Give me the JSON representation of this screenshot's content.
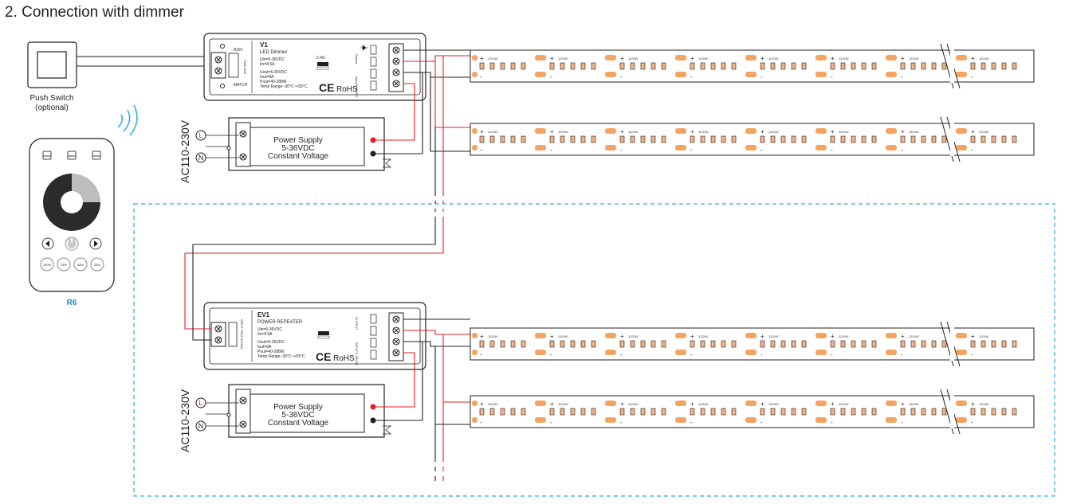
{
  "heading": "2. Connection with dimmer",
  "switch": {
    "label_line1": "Push Switch",
    "label_line2": "(optional)"
  },
  "remote": {
    "name": "R6",
    "scene_buttons": [
      "100%",
      "75%",
      "50%",
      "25%"
    ]
  },
  "dimmer": {
    "model": "V1",
    "name": "LED Dimmer",
    "run_label": "RUN",
    "match_label": "MATCH",
    "push_dim_label": "Push DIM",
    "rf_label": "2.4G",
    "specs": [
      "Uin=5-36VDC",
      "Iin=8.5A",
      "Uout=5-36VDC",
      "Iout=8A",
      "Pout=40-288W",
      "Temp Range:-30°C~+55°C"
    ],
    "output_label": "Output",
    "input_label": "Input 5-36VDC",
    "cert": "CE",
    "rohs": "RoHS"
  },
  "repeater": {
    "model": "EV1",
    "name": "POWER REPEATER",
    "input_label": "INPUT PWM SIGNAL",
    "specs": [
      "Uin=5-36VDC",
      "Iin=8.5A",
      "Uout=5-36VDC",
      "Iout=8A",
      "Pout=40-288W",
      "Temp Range:-30°C~+55°C"
    ],
    "output_label": "OUTPUT",
    "power_label": "INPUT 5-36VDC",
    "cert": "CE",
    "rohs": "RoHS"
  },
  "power_supply": {
    "line1": "Power Supply",
    "line2": "5-36VDC",
    "line3": "Constant Voltage",
    "ac_label": "AC110-230V",
    "live": "L",
    "neutral": "N"
  },
  "strip": {
    "plus": "+",
    "minus": "-",
    "voltage_mark": "12/24V"
  },
  "colors": {
    "red_wire": "#e31e24",
    "black_wire": "#231f20",
    "dashed_box": "#29abe2",
    "remote_accent": "#1d8ac9",
    "led": "#f4b183",
    "pad": "#f4a460"
  }
}
